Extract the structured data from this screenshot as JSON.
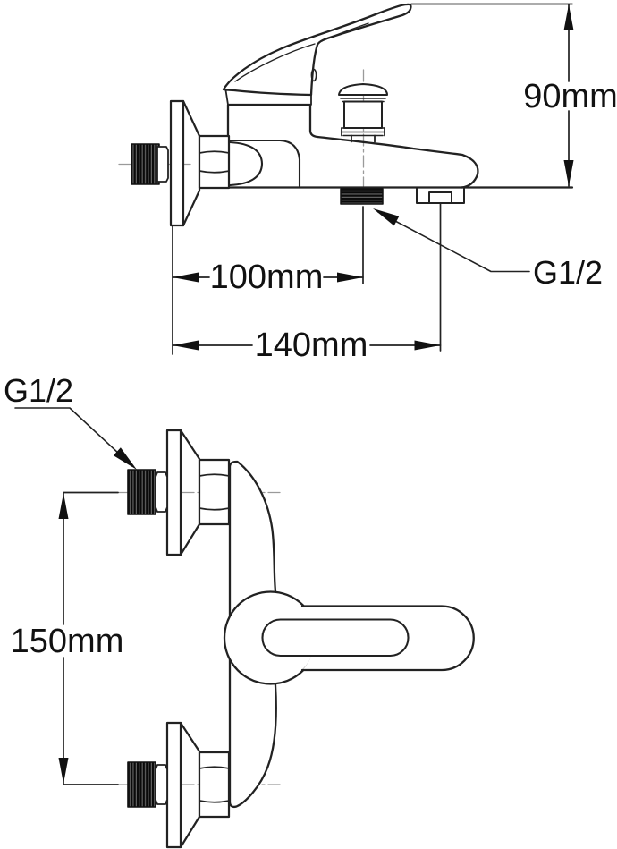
{
  "drawing": {
    "type": "technical-dimension-drawing",
    "subject": "wall-mounted bath shower mixer faucet",
    "colors": {
      "line": "#222222",
      "thread_fill": "#000000",
      "background": "#ffffff",
      "centerline": "#9a9a9a"
    },
    "top_view": {
      "name": "side-view",
      "dim_height": "90mm",
      "dim_offset": "100mm",
      "dim_depth": "140mm",
      "thread_label": "G1/2"
    },
    "bottom_view": {
      "name": "front-view",
      "dim_spacing": "150mm",
      "thread_label": "G1/2"
    }
  }
}
